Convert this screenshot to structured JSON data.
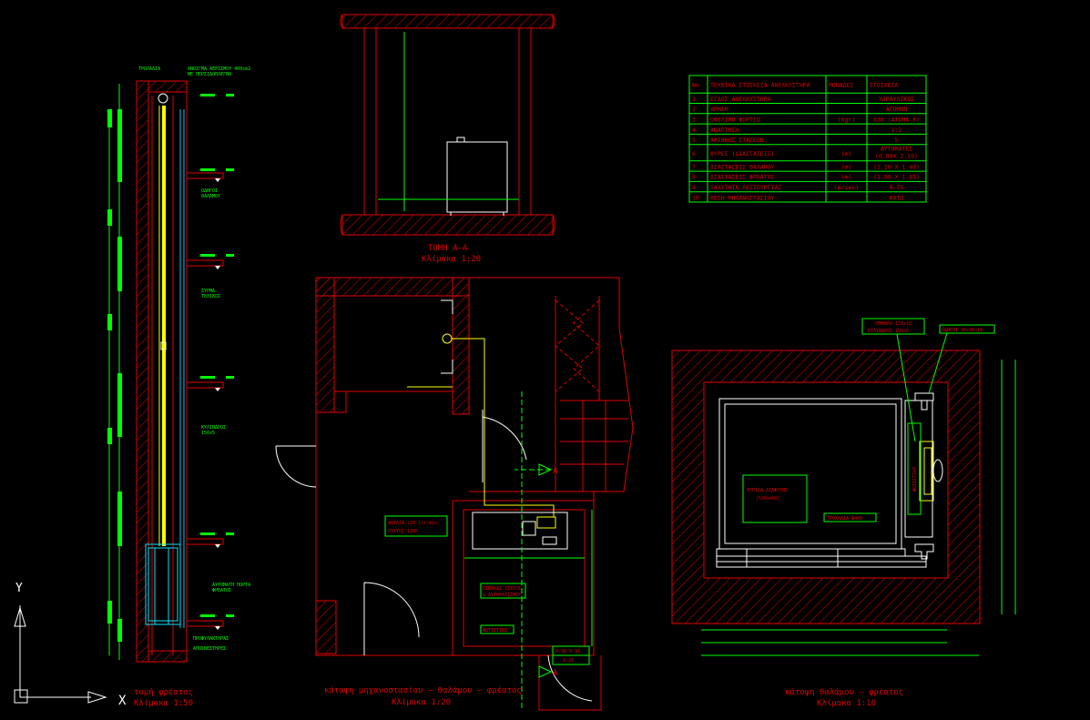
{
  "captions": {
    "section_title": "ΤΟΜΗ Α—Α",
    "section_scale": "Κλίμακα 1:20",
    "plan_title": "κάτοψη μηχανοστασίου — θαλάμου — φρέατος",
    "plan_scale": "Κλίμακα 1:20",
    "cabin_title": "κάτοψη θαλάμου — φρέατος",
    "cabin_scale": "Κλίμακα 1:10",
    "shaft_title": "τομή φρέατος",
    "shaft_scale": "Κλίμακα 1:50"
  },
  "ucs": {
    "y_label": "Y",
    "x_label": "X"
  },
  "table": {
    "headers": [
      "No",
      "ΤΕΧΝΙΚΑ ΣΤΟΙΧΕΙΑ ΑΝΕΛΚΥΣΤΗΡΑ",
      "ΜΟΝΑΔΕΣ",
      "ΣΤΟΙΧΕΙΑ"
    ],
    "rows": [
      {
        "no": "1",
        "label": "ΕΙΔΟΣ ΑΝΕΛΚΥΣΤΗΡΑ",
        "unit": "",
        "value": "ΥΔΡΑΥΛΙΚΟΣ"
      },
      {
        "no": "2",
        "label": "ΧΡΗΣΗ",
        "unit": "",
        "value": "ΑΤΟΜΩΝ"
      },
      {
        "no": "3",
        "label": "ΩΦΕΛΙΜΟ ΦΟΡΤΙΟ",
        "unit": "(kgr)",
        "value": "630 (ΑΤΟΜΑ 8)"
      },
      {
        "no": "4",
        "label": "ΑΝΑΡΤΗΣΗ",
        "unit": "",
        "value": "1:2"
      },
      {
        "no": "5",
        "label": "ΑΡΙΘΜΟΣ ΣΤΑΣΕΩΝ",
        "unit": "",
        "value": "5"
      },
      {
        "no": "6",
        "label": "ΘΥΡΕΣ (ΔΙΑΣΤΑΣΕΙΣ)",
        "unit": "(m)",
        "value": "ΑΥΤΟΜΑΤΕΣ (0.80X 2.10)"
      },
      {
        "no": "7",
        "label": "ΔΙΑΣΤΑΣΕΙΣ ΘΑΛΑΜΟΥ",
        "unit": "(m)",
        "value": "(1.10 X 1.40)"
      },
      {
        "no": "8",
        "label": "ΔΙΑΣΤΑΣΕΙΣ ΦΡΕΑΤΟΣ",
        "unit": "(m)",
        "value": "(1.50 X 1.85)"
      },
      {
        "no": "9",
        "label": "ΤΑΧΥΤΗΤΑ ΛΕΙΤΟΥΡΓΙΑΣ",
        "unit": "(m/sec)",
        "value": "0.75"
      },
      {
        "no": "10",
        "label": "ΘΕΣΗ ΜΗΧΑΝΟΣΤΑΣΙΟΥ",
        "unit": "",
        "value": "ΚΑΤΩ"
      }
    ]
  },
  "plan_labels": {
    "pump_line1": "ΑΝΤΛΙΑ 220 lit/min",
    "pump_line2": "ΙΣΧΥΟΣ 12HP",
    "panel_line1": "ΠΙΝΑΚΑΣ ΙΣΧΥΟΣ",
    "panel_line2": "& ΑΥΤΟΜΑΤΙΣΜΟΥ",
    "label_3": "ΦΩΤΙΣΤΙΚΟ",
    "section_mark_1": "A",
    "section_mark_2": "A",
    "dim_box_1": "0.90  0.90",
    "dim_box_2": "2.20"
  },
  "cabin_labels": {
    "piston_line1": "ΕΜΒΟΛΟ 110x10",
    "piston_line2": "ΚΥΛΙΝΔΡΟΣ 150x5",
    "guide": "ΟΔΗΓΟΙ 90x90x16",
    "hatch_line1": "ΘΥΡΙΔΑ ΔΙΑΦΥΓΗΣ",
    "hatch_line2": "(500x400)",
    "pulley": "ΤΡΟΧΑΛΙΑ Φ400",
    "side_label": "ΦΩΤΙΣΤΙΚΟ"
  },
  "shaft_labels": {
    "top_left": "ΤΡΟΧΑΛΙΑ",
    "top_right_1": "ΑΝΟΙΓΜΑ ΑΕΡΙΣΜΟΥ 400cm2",
    "top_right_2": "ΜΕ ΠΕΡΣΙΔΟΠΛΕΓΜΑ",
    "mid_1a": "ΟΔΗΓΟΙ",
    "mid_1b": "ΘΑΛΑΜΟΥ",
    "mid_2a": "ΣΥΡΜΑ",
    "mid_2b": "ΤΕΛΙΚΟΣ",
    "mid_3a": "ΚΥΛΙΝΔΡΟΣ",
    "mid_3b": "150x5",
    "bottom_1a": "ΑΥΤΟΜΑΤΗ ΠΟΡΤΑ",
    "bottom_1b": "ΦΡΕΑΤΟΣ",
    "bottom_2": "ΠΡΟΦΥΛΑΚΤΗΡΑΣ",
    "bottom_3": "ΑΠΟΣΒΕΣΤΗΡΕΣ"
  }
}
